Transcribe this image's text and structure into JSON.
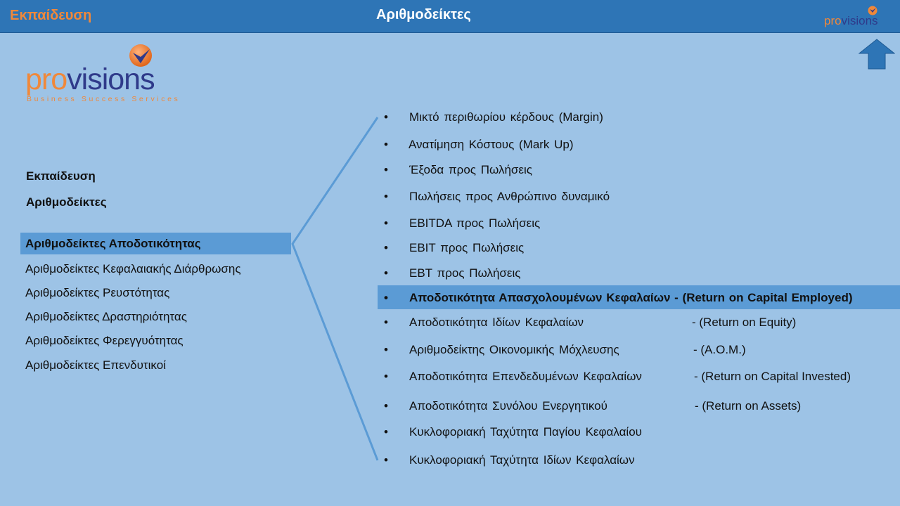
{
  "header": {
    "section": "Εκπαίδευση",
    "title": "Αριθμοδείκτες",
    "logo": {
      "pro": "pro",
      "visions": "visions"
    }
  },
  "brand": {
    "pro": "pro",
    "visions": "visions",
    "tagline": "Business Success Services",
    "colors": {
      "orange": "#f0883a",
      "navy": "#2f3a8a",
      "bar": "#2e75b6",
      "background": "#9dc3e6",
      "highlight": "#5b9bd5"
    }
  },
  "breadcrumb": {
    "level1": "Εκπαίδευση",
    "level2": "Αριθμοδείκτες"
  },
  "categories": [
    "Αριθμοδείκτες Αποδοτικότητας",
    "Αριθμοδείκτες Κεφαλαιακής Διάρθρωσης",
    "Αριθμοδείκτες Ρευστότητας",
    "Αριθμοδείκτες Δραστηριότητας",
    "Αριθμοδείκτες Φερεγγυότητας",
    "Αριθμοδείκτες Επενδυτικοί"
  ],
  "ratios": [
    {
      "bullet": "•",
      "name": "Μικτό περιθωρίου κέρδους (Margin)",
      "eng": ""
    },
    {
      "bullet": "•",
      "name": "Ανατίμηση Κόστους (Mark Up)",
      "eng": ""
    },
    {
      "bullet": "•",
      "name": "Έξοδα προς Πωλήσεις",
      "eng": ""
    },
    {
      "bullet": "•",
      "name": "Πωλήσεις προς Ανθρώπινο δυναμικό",
      "eng": ""
    },
    {
      "bullet": "•",
      "name": "EBITDA προς Πωλήσεις",
      "eng": ""
    },
    {
      "bullet": "•",
      "name": "EBIT προς Πωλήσεις",
      "eng": ""
    },
    {
      "bullet": "•",
      "name": "EBT προς Πωλήσεις",
      "eng": ""
    },
    {
      "bullet": "•",
      "name": "Αποδοτικότητα  Απασχολουμένων Κεφαλαίων - (Return on Capital Employed)",
      "eng": ""
    },
    {
      "bullet": "•",
      "name": "Αποδοτικότητα Ιδίων Κεφαλαίων",
      "eng": "- (Return  on Equity)"
    },
    {
      "bullet": "•",
      "name": "Αριθμοδείκτης Οικονομικής Μόχλευσης",
      "eng": "- (Α.Ο.Μ.)"
    },
    {
      "bullet": "•",
      "name": "Αποδοτικότητα Επενδεδυμένων Κεφαλαίων",
      "eng": "- (Return  on Capital Invested)"
    },
    {
      "bullet": "•",
      "name": "Αποδοτικότητα Συνόλου Ενεργητικού",
      "eng": "- (Return  on Assets)"
    },
    {
      "bullet": "•",
      "name": "Κυκλοφοριακή Ταχύτητα Παγίου Κεφαλαίου",
      "eng": ""
    },
    {
      "bullet": "•",
      "name": "Κυκλοφοριακή Ταχύτητα Ιδίων Κεφαλαίων",
      "eng": ""
    }
  ]
}
